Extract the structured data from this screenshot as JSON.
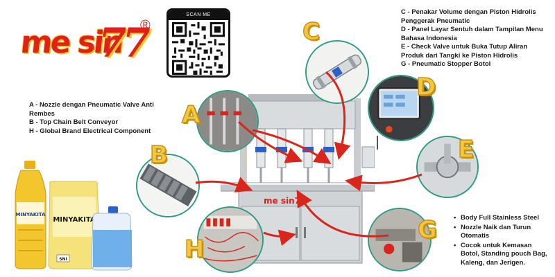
{
  "brand": {
    "logo_text": "me sin",
    "logo_number": "77",
    "registered_mark": "®",
    "colors": {
      "primary": "#e0201a",
      "accent": "#f7c72a",
      "callout_border": "#2f9a86",
      "arrow": "#d9261c"
    }
  },
  "qr": {
    "label": "SCAN ME"
  },
  "features_top_right": [
    "C - Penakar Volume dengan Piston Hidrolis Penggerak Pneumatic",
    "D - Panel Layar Sentuh dalam Tampilan Menu Bahasa Indonesia",
    "E - Check Valve untuk Buka Tutup Aliran Produk dari Tangki ke Piston Hidrolis",
    "G - Pneumatic Stopper Botol"
  ],
  "features_left": [
    "A - Nozzle dengan Pneumatic Valve Anti Rembes",
    "B - Top Chain Belt Conveyor",
    "H - Global Brand Electrical Component"
  ],
  "highlights": [
    "Body Full Stainless Steel",
    "Nozzle Naik dan Turun Otomatis",
    "Cocok untuk Kemasan Botol, Standing pouch Bag, Kaleng, dan Jerigen."
  ],
  "callouts": {
    "a": "A",
    "b": "B",
    "c": "C",
    "d": "D",
    "e": "E",
    "g": "G",
    "h": "H"
  },
  "machine": {
    "brand_label": "me sin77"
  },
  "products": {
    "pouch_label": "MINYAKITA",
    "bottle_label": "MINYAKITA",
    "sni_label": "SNI"
  },
  "icons": [
    "qr-code-icon",
    "curved-arrow-icon"
  ]
}
